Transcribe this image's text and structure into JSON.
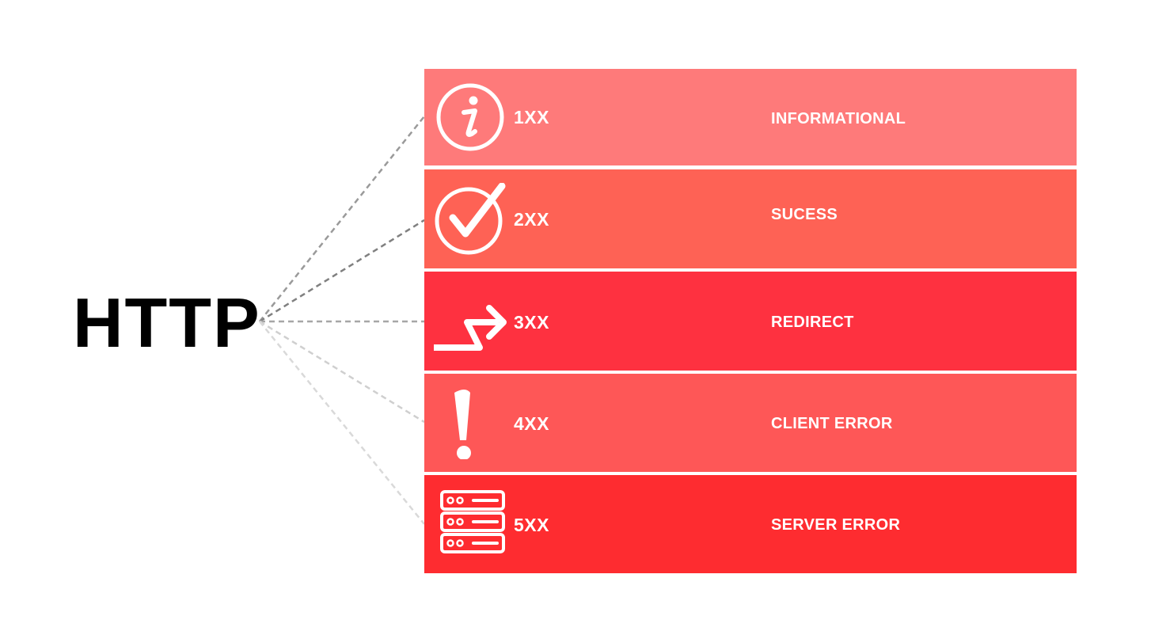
{
  "title": "HTTP",
  "colors": {
    "row_1xx": "#fe7a7a",
    "row_2xx": "#fe6255",
    "row_3xx": "#fe3140",
    "row_4xx": "#fe5757",
    "row_5xx": "#fe2c30",
    "text": "#ffffff",
    "title": "#000000"
  },
  "rows": [
    {
      "code": "1XX",
      "label": "INFORMATIONAL",
      "icon": "info-icon"
    },
    {
      "code": "2XX",
      "label": "SUCESS",
      "icon": "checkmark-icon"
    },
    {
      "code": "3XX",
      "label": "REDIRECT",
      "icon": "redirect-arrow-icon"
    },
    {
      "code": "4XX",
      "label": "CLIENT ERROR",
      "icon": "exclamation-icon"
    },
    {
      "code": "5XX",
      "label": "SERVER ERROR",
      "icon": "server-icon"
    }
  ]
}
